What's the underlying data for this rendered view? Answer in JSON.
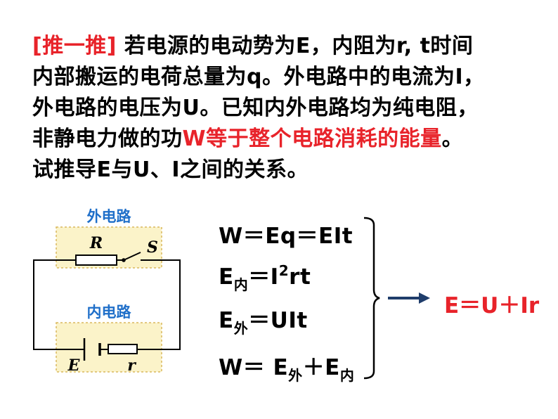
{
  "paragraph": {
    "tag": "[推一推]",
    "line1_rest": " 若电源的电动势为E，内阻为r, t时间",
    "line2": "内部搬运的电荷总量为q。外电路中的电流为I，",
    "line3": "外电路的电压为U。已知内外电路均为纯电阻，",
    "line4_pre": "非静电力做的功",
    "line4_red": "W等于整个电路消耗的能量",
    "line4_post": "。",
    "line5": "试推导E与U、I之间的关系。"
  },
  "circuit": {
    "outer_label": "外电路",
    "inner_label": "内电路",
    "resistor_label": "R",
    "switch_label": "S",
    "emf_label": "E",
    "internal_r_label": "r",
    "box_fill": "#fbf3c9",
    "box_border": "#d9b85e",
    "label_color": "#1f6fc9"
  },
  "equations": {
    "eq1": "W＝Eq＝EIt",
    "eq2_main": "E",
    "eq2_sub": "内",
    "eq2_mid": "＝I",
    "eq2_sup": "2",
    "eq2_end": "rt",
    "eq3_main": "E",
    "eq3_sub": "外",
    "eq3_end": "＝UIt",
    "eq4_pre": "W＝ E",
    "eq4_sub1": "外",
    "eq4_mid": "＋E",
    "eq4_sub2": "内"
  },
  "result": "E＝U＋Ir",
  "colors": {
    "accent_red": "#e8232a",
    "arrow": "#1f3d6b"
  }
}
